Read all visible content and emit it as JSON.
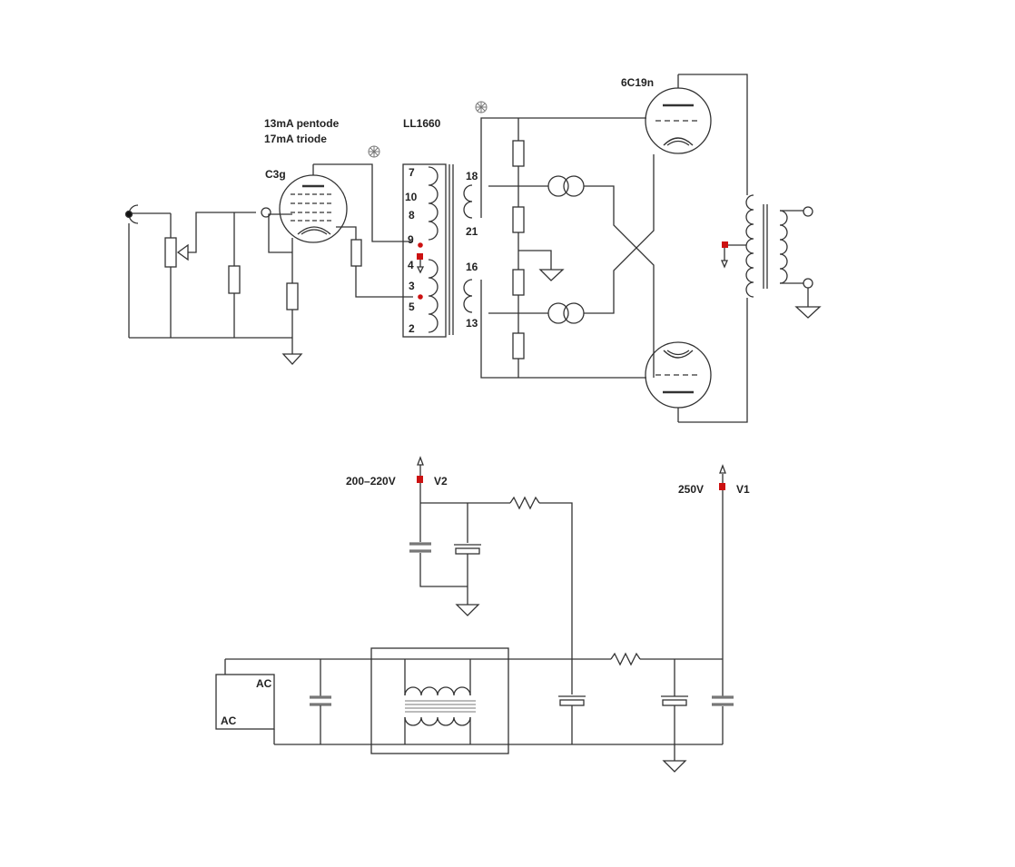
{
  "labels": {
    "driver_current_pentode": "13mA  pentode",
    "driver_current_triode": "17mA  triode",
    "driver_tube": "C3g",
    "transformer": "LL1660",
    "output_tube": "6C19n",
    "pin_7": "7",
    "pin_10": "10",
    "pin_8": "8",
    "pin_9": "9",
    "pin_4": "4",
    "pin_3": "3",
    "pin_5": "5",
    "pin_2": "2",
    "pin_18": "18",
    "pin_21": "21",
    "pin_16": "16",
    "pin_13": "13",
    "v2_voltage": "200–220V",
    "v2_name": "V2",
    "v1_voltage": "250V",
    "v1_name": "V1",
    "ac_top": "AC",
    "ac_bottom": "AC"
  },
  "colors": {
    "wire": "#333333",
    "connection_dot": "#cc1111",
    "capacitor": "#777777"
  }
}
